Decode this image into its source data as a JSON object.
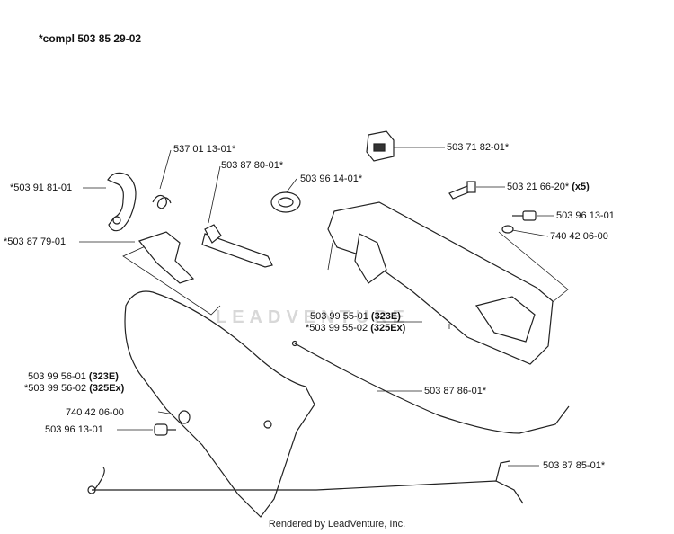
{
  "title": "*compl 503 85 29-02",
  "watermark": "LEADVENTURE",
  "footer": "Rendered by LeadVenture, Inc.",
  "labels": {
    "p1": "537 01 13-01*",
    "p2": "503 87 80-01*",
    "p3": "*503 91 81-01",
    "p4": "*503 87 79-01",
    "p5": "503 96 14-01*",
    "p6": "503 71 82-01*",
    "p7a": "503 21 66-20*",
    "p7b": "(x5)",
    "p8": "503 96 13-01",
    "p9": "740 42 06-00",
    "p10a": "503 99 55-01",
    "p10b": "(323E)",
    "p11a": "*503 99 55-02",
    "p11b": "(325Ex)",
    "p12a": "503 99 56-01",
    "p12b": "(323E)",
    "p13a": "*503 99 56-02",
    "p13b": "(325Ex)",
    "p14": "740 42 06-00",
    "p15": "503 96 13-01",
    "p16": "503 87 86-01*",
    "p17": "503 87 85-01*"
  }
}
